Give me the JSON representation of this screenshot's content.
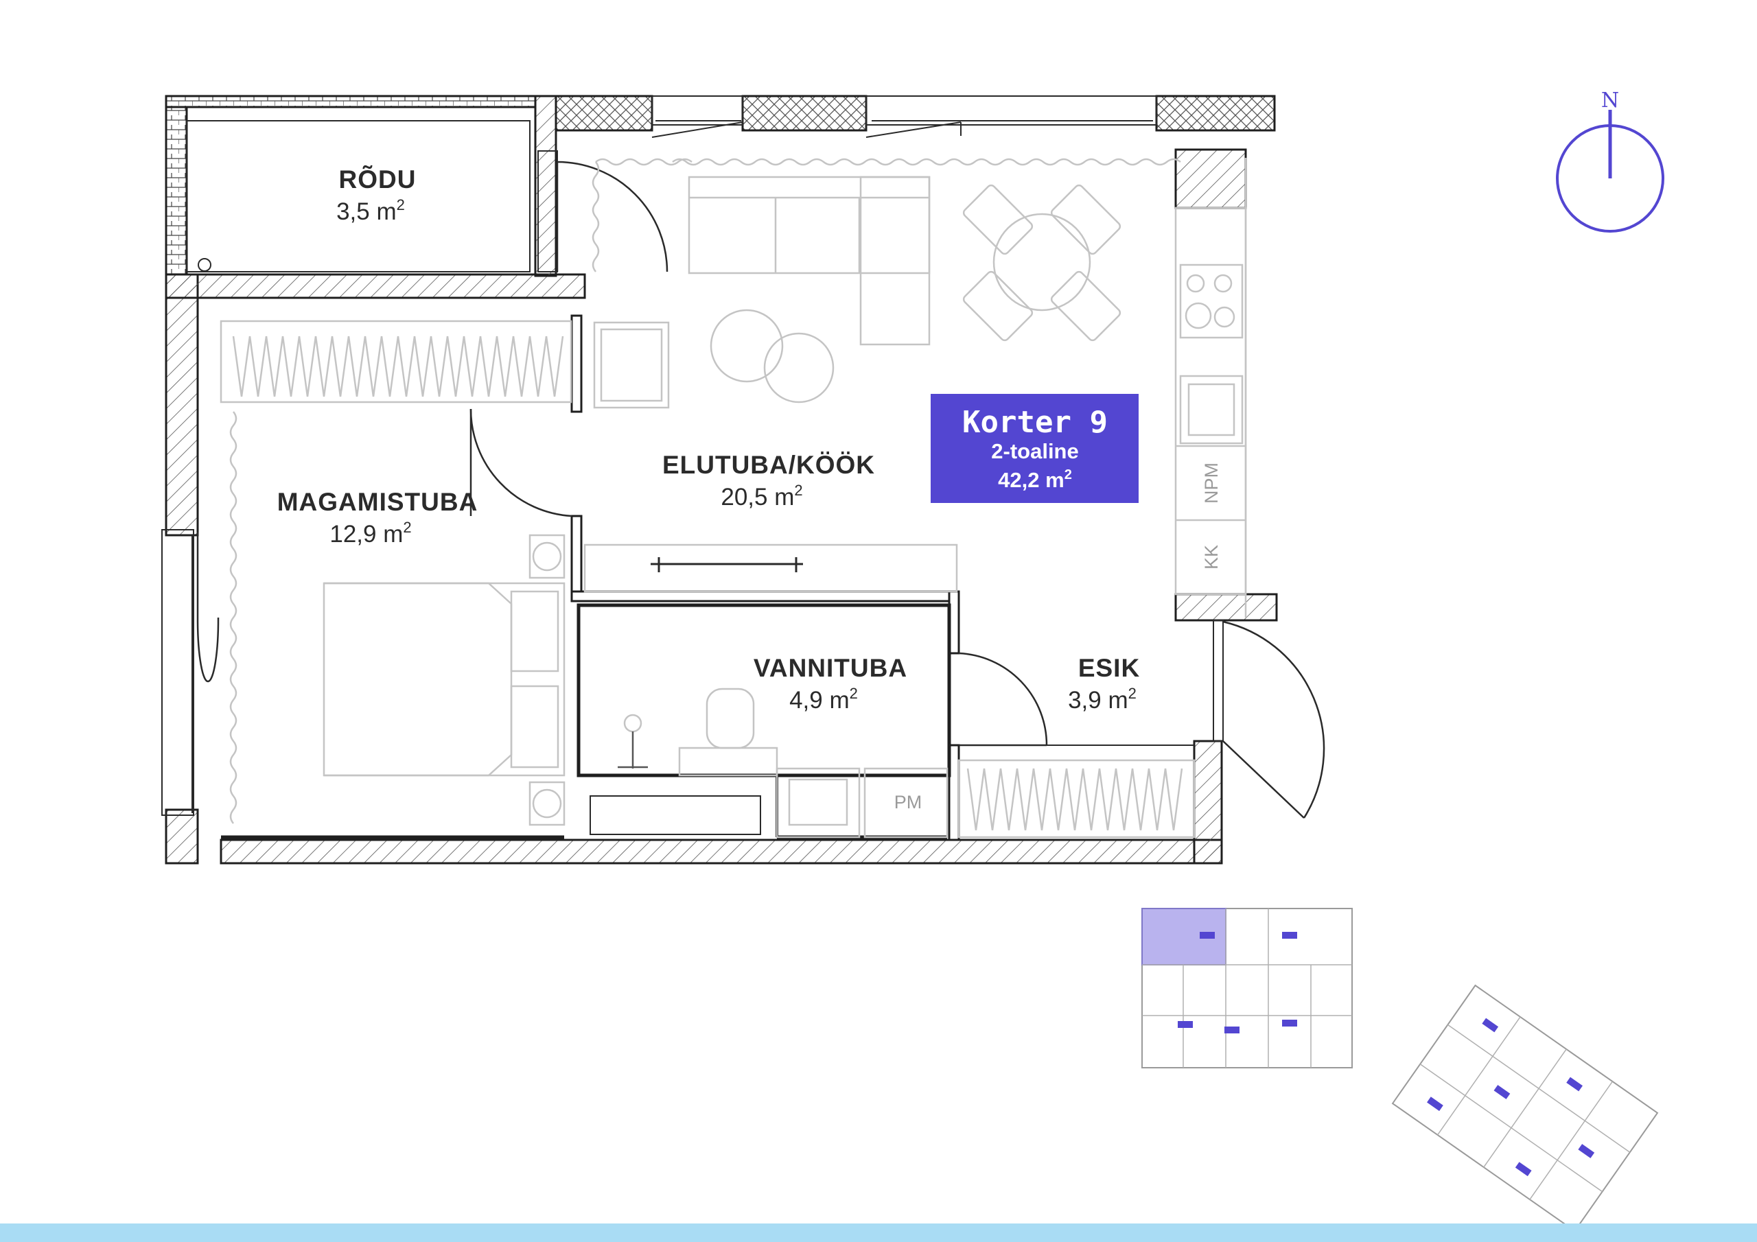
{
  "apartment": {
    "title": "Korter 9",
    "type": "2-toaline",
    "total_area_value": "42,2 m",
    "area_exp": "2"
  },
  "rooms": {
    "rodu": {
      "name": "RÕDU",
      "area": "3,5 m",
      "exp": "2"
    },
    "magamistuba": {
      "name": "MAGAMISTUBA",
      "area": "12,9 m",
      "exp": "2"
    },
    "elutuba": {
      "name": "ELUTUBA/KÖÖK",
      "area": "20,5 m",
      "exp": "2"
    },
    "vannituba": {
      "name": "VANNITUBA",
      "area": "4,9 m",
      "exp": "2"
    },
    "esik": {
      "name": "ESIK",
      "area": "3,9 m",
      "exp": "2"
    }
  },
  "fixtures": {
    "pm": "PM",
    "npm": "NPM",
    "kk": "KK"
  },
  "compass": {
    "letter": "N"
  },
  "colors": {
    "accent": "#5346d1",
    "highlight": "#b9b3ee",
    "wall": "#1f1f1f",
    "furniture": "#c4c4c4",
    "bottom_band": "#a9dcf4"
  },
  "icons": {
    "compass": "north-arrow-icon"
  }
}
